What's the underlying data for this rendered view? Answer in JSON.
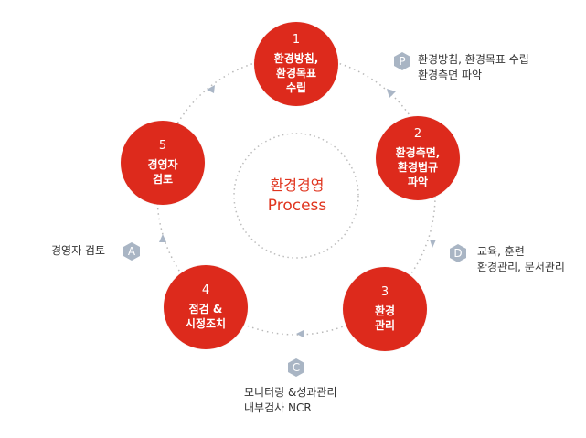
{
  "center": {
    "title": "환경경영",
    "subtitle": "Process"
  },
  "nodes": [
    {
      "num": "1",
      "line1": "환경방침,",
      "line2": "환경목표",
      "line3": "수립"
    },
    {
      "num": "2",
      "line1": "환경측면,",
      "line2": "환경법규",
      "line3": "파악"
    },
    {
      "num": "3",
      "line1": "환경",
      "line2": "관리",
      "line3": ""
    },
    {
      "num": "4",
      "line1": "점검 &",
      "line2": "시정조치",
      "line3": ""
    },
    {
      "num": "5",
      "line1": "경영자",
      "line2": "검토",
      "line3": ""
    }
  ],
  "badges": [
    {
      "letter": "P",
      "line1": "환경방침, 환경목표 수립",
      "line2": "환경측면 파악"
    },
    {
      "letter": "D",
      "line1": "교육, 훈련",
      "line2": "환경관리, 문서관리"
    },
    {
      "letter": "C",
      "line1": "모니터링 &성과관리",
      "line2": "내부검사 NCR"
    },
    {
      "letter": "A",
      "line1": "경영자 검토",
      "line2": ""
    }
  ],
  "colors": {
    "node": "#dd2a1c",
    "badge": "#a9b5c4",
    "accent": "#e0351f",
    "dots": "#b9b9b9",
    "arrow": "#aab6c6"
  }
}
